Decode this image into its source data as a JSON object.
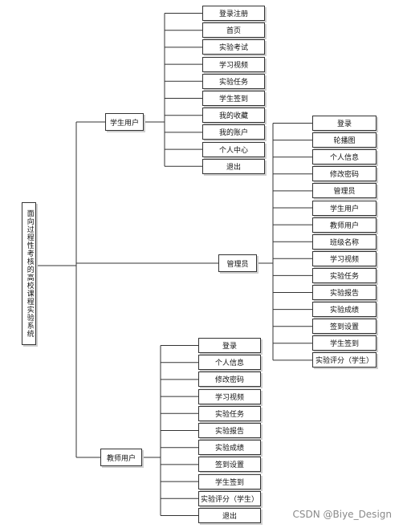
{
  "root": {
    "label": "面向过程性考核的高校课程实验系统"
  },
  "groups": [
    {
      "label": "学生用户",
      "items": [
        "登录注册",
        "首页",
        "实验考试",
        "学习视频",
        "实验任务",
        "学生签到",
        "我的收藏",
        "我的账户",
        "个人中心",
        "退出"
      ]
    },
    {
      "label": "管理员",
      "items": [
        "登录",
        "轮播图",
        "个人信息",
        "修改密码",
        "管理员",
        "学生用户",
        "教师用户",
        "班级名称",
        "学习视频",
        "实验任务",
        "实验报告",
        "实验成绩",
        "签到设置",
        "学生签到",
        "实验评分（学生）"
      ]
    },
    {
      "label": "教师用户",
      "items": [
        "登录",
        "个人信息",
        "修改密码",
        "学习视频",
        "实验任务",
        "实验报告",
        "实验成绩",
        "签到设置",
        "学生签到",
        "实验评分（学生）",
        "退出"
      ]
    }
  ],
  "watermark": "CSDN @Biye_Design"
}
